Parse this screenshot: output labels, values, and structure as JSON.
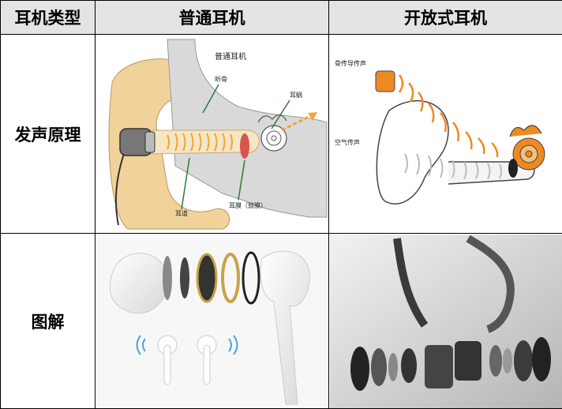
{
  "table": {
    "headers": [
      "耳机类型",
      "普通耳机",
      "开放式耳机"
    ],
    "rows": [
      {
        "label": "发声原理"
      },
      {
        "label": "图解"
      }
    ]
  },
  "diagram_ordinary": {
    "title": "普通耳机",
    "labels": {
      "bone": "听骨",
      "drum": "耳蜗",
      "canal": "耳道",
      "eardrum": "耳膜（鼓膜）"
    }
  },
  "diagram_open": {
    "labels": {
      "bone_conduction": "骨传导传声",
      "air_conduction": "空气传声"
    }
  },
  "colors": {
    "header_bg": "#e4e4e4",
    "skin": "#f2d29b",
    "sound": "#f2a43a",
    "bone_orange": "#ee8a22"
  }
}
